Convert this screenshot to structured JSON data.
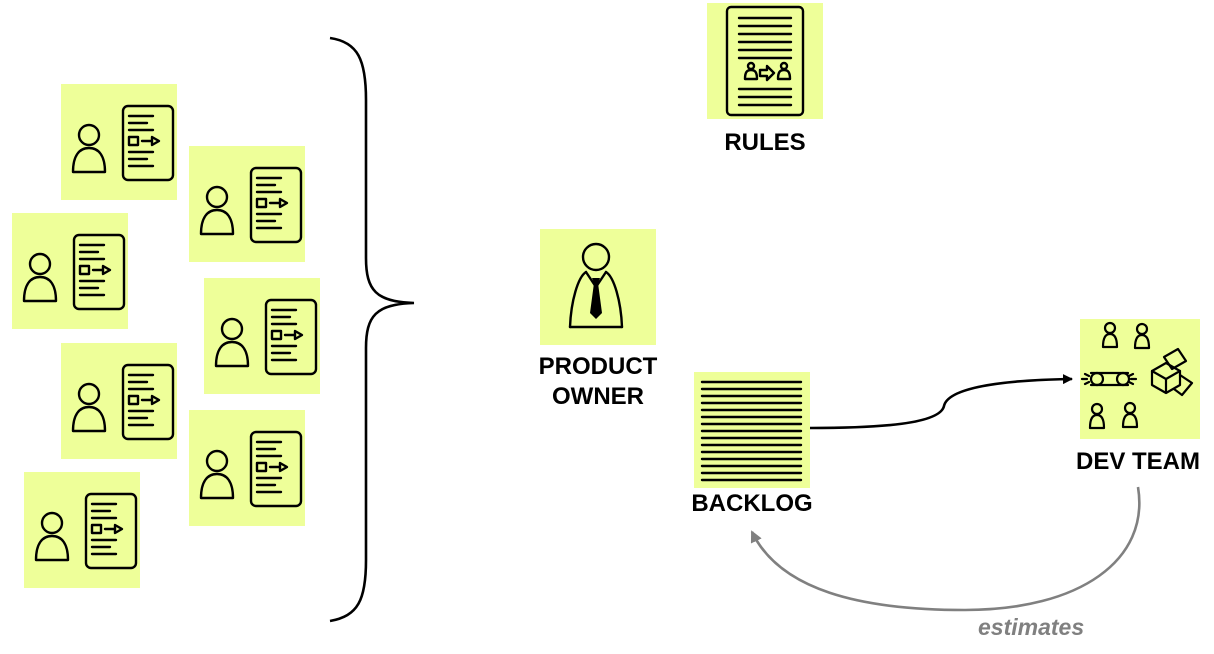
{
  "labels": {
    "rules": "RULES",
    "product_owner_line1": "PRODUCT",
    "product_owner_line2": "OWNER",
    "backlog": "BACKLOG",
    "dev_team": "DEV TEAM",
    "estimates": "estimates"
  },
  "colors": {
    "sticky_note": "#eeff99",
    "connector": "#000000",
    "estimates_arrow": "#808080"
  },
  "icons": {
    "stakeholder_card": "person-with-document-icon",
    "rules": "rules-document-icon",
    "product_owner": "person-with-tie-icon",
    "backlog": "lined-list-icon",
    "dev_team": "team-conveyor-boxes-icon",
    "grouping": "curly-brace"
  }
}
